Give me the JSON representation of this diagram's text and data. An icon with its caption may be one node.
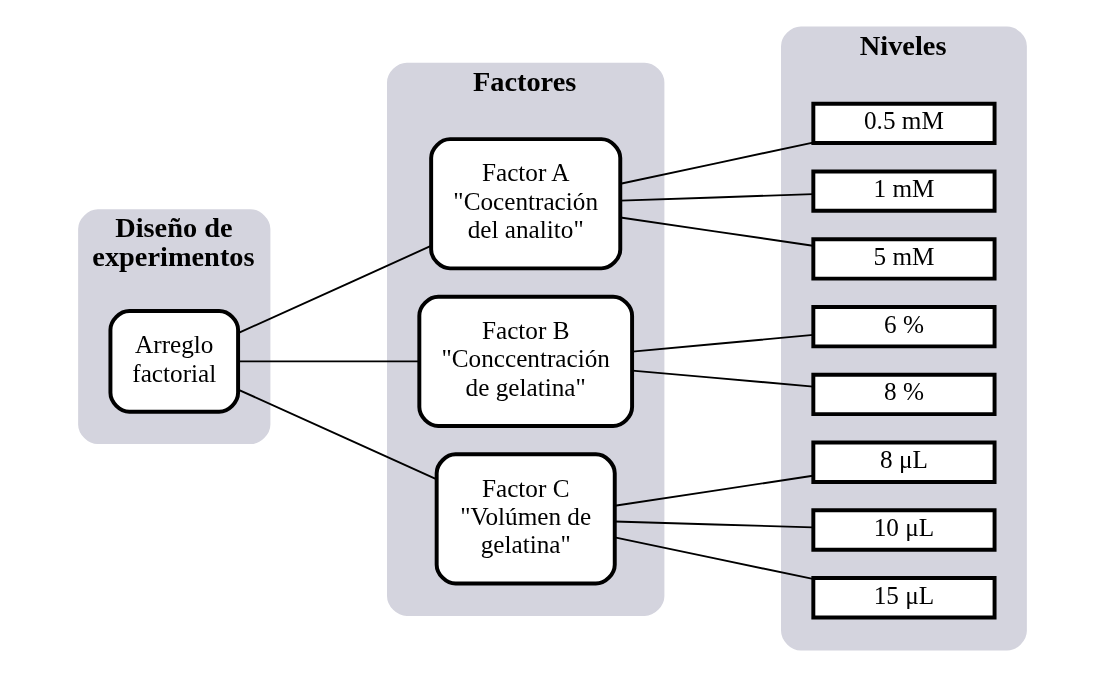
{
  "diagram": {
    "nodes": [
      {
        "text": [
          "Diseño de experimentos"
        ]
      },
      {
        "text": [
          "Arreglo factorial"
        ],
        "in": 0
      },
      {
        "text": [
          "Factores"
        ]
      },
      {
        "text": [
          "Factor A",
          "\"Cocentración del analito\""
        ],
        "in": 2
      },
      {
        "text": [
          "Factor B",
          "\"Conccentración de gelatina\""
        ],
        "in": 2
      },
      {
        "text": [
          "Factor C",
          "\"Volúmen de gelatina\""
        ],
        "in": 2
      },
      {
        "text": [
          "Niveles"
        ]
      },
      {
        "text": [
          "0.5 mM"
        ],
        "in": 6
      },
      {
        "text": [
          "1 mM"
        ],
        "in": 6
      },
      {
        "text": [
          "5 mM"
        ],
        "in": 6
      },
      {
        "text": [
          "6 %"
        ],
        "in": 6
      },
      {
        "text": [
          "8 %"
        ],
        "in": 6
      },
      {
        "text": [
          "8 μL"
        ],
        "in": 6
      },
      {
        "text": [
          "10 μL"
        ],
        "in": 6
      },
      {
        "text": [
          "15 μL"
        ],
        "in": 6
      }
    ],
    "edges": [
      {
        "from": 1,
        "to": 3,
        "arrow": "none"
      },
      {
        "from": 1,
        "to": 4,
        "arrow": "none"
      },
      {
        "from": 1,
        "to": 5,
        "arrow": "none"
      },
      {
        "from": 3,
        "to": 7,
        "arrow": "none"
      },
      {
        "from": 3,
        "to": 8,
        "arrow": "none"
      },
      {
        "from": 3,
        "to": 9,
        "arrow": "none"
      },
      {
        "from": 4,
        "to": 10,
        "arrow": "none"
      },
      {
        "from": 4,
        "to": 11,
        "arrow": "none"
      },
      {
        "from": 5,
        "to": 12,
        "arrow": "none"
      },
      {
        "from": 5,
        "to": 13,
        "arrow": "none"
      },
      {
        "from": 5,
        "to": 14,
        "arrow": "none"
      }
    ]
  }
}
